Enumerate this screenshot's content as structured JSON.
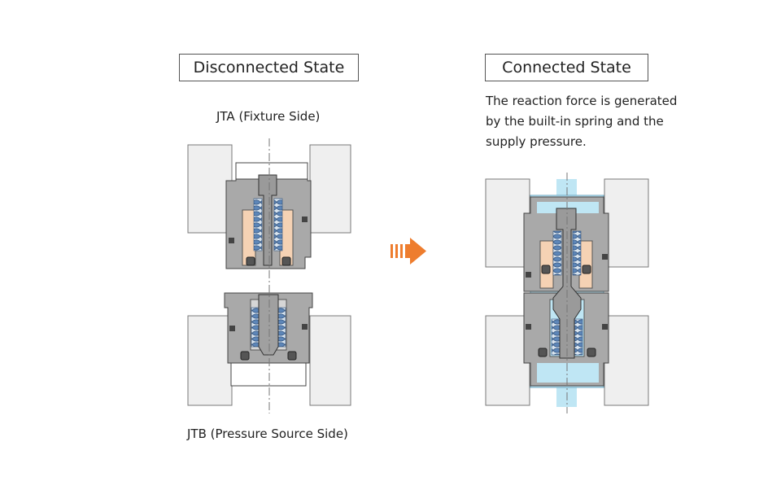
{
  "disconnected": {
    "title": "Disconnected State",
    "jta_label": "JTA (Fixture Side)",
    "jtb_label": "JTB (Pressure Source Side)"
  },
  "connected": {
    "title": "Connected State",
    "description_lines": [
      "The reaction force is generated",
      "by the built-in spring and the",
      "supply pressure."
    ]
  },
  "colors": {
    "body_gray": "#a9a9a9",
    "plate_gray": "#efefef",
    "fluid_blue": "#bfe6f4",
    "piston_orange": "#f5d2b4",
    "spring_blue": "#5d86b8",
    "arrow_orange": "#ee7d2e"
  },
  "icons": {
    "transition_arrow": "arrow-right-icon"
  }
}
